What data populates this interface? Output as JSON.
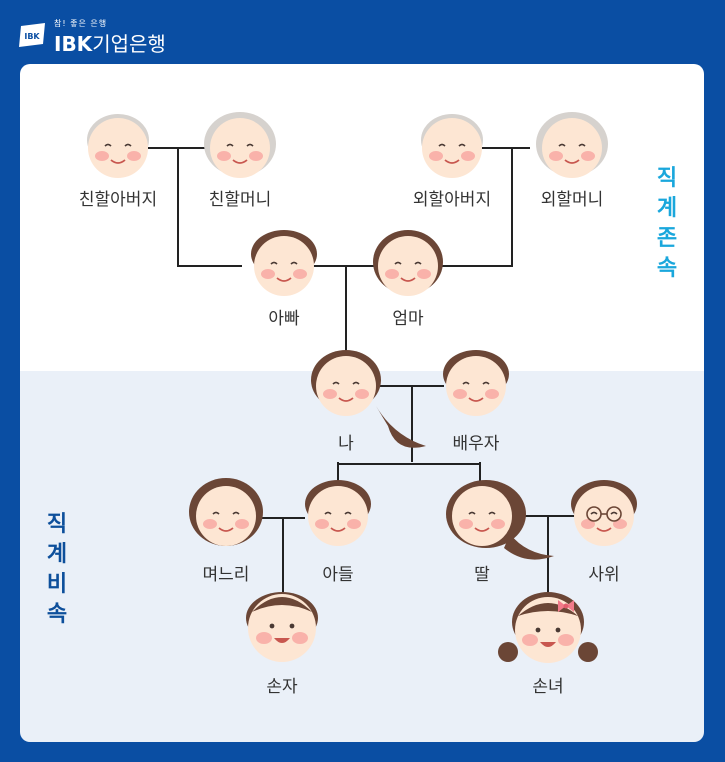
{
  "brand": {
    "tagline": "참! 좋은 은행",
    "name_prefix": "IBK",
    "name_suffix": "기업은행",
    "logo_mark_text": "IBK"
  },
  "colors": {
    "background_blue": "#0a4ea3",
    "ancestors_label": "#1aa7dc",
    "descendants_label": "#0d4f9b",
    "skin": "#fde6d3",
    "blush": "#f7a5a0",
    "dark_hair": "#6b4636",
    "gray_hair": "#d6d2ce",
    "line": "#222222"
  },
  "sections": {
    "ancestors": "직계존속",
    "descendants": "직계비속"
  },
  "people": {
    "paternal_grandfather": "친할아버지",
    "paternal_grandmother": "친할머니",
    "maternal_grandfather": "외할아버지",
    "maternal_grandmother": "외할머니",
    "father": "아빠",
    "mother": "엄마",
    "me": "나",
    "spouse": "배우자",
    "daughter_in_law": "며느리",
    "son": "아들",
    "daughter": "딸",
    "son_in_law": "사위",
    "grandson": "손자",
    "granddaughter": "손녀"
  }
}
